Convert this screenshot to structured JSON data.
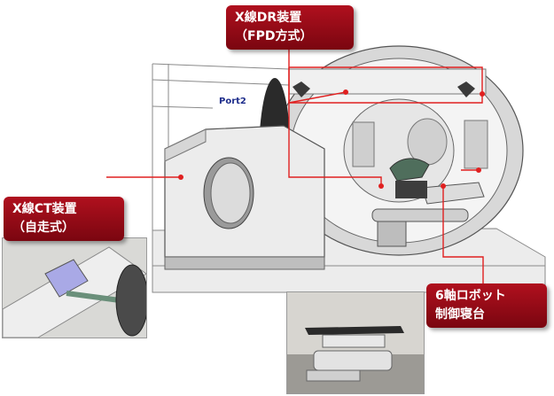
{
  "callouts": {
    "dr": {
      "line1": "X線DR装置",
      "line2": "（FPD方式）"
    },
    "ct": {
      "line1": "X線CT装置",
      "line2": "（自走式）"
    },
    "robot": {
      "line1": "6軸ロボット",
      "line2": "制御寝台"
    }
  },
  "room": {
    "port_label": "Port2"
  },
  "colors": {
    "callout": "#a00c18",
    "leader_line": "#e02020",
    "port_text": "#1f2e8c"
  }
}
